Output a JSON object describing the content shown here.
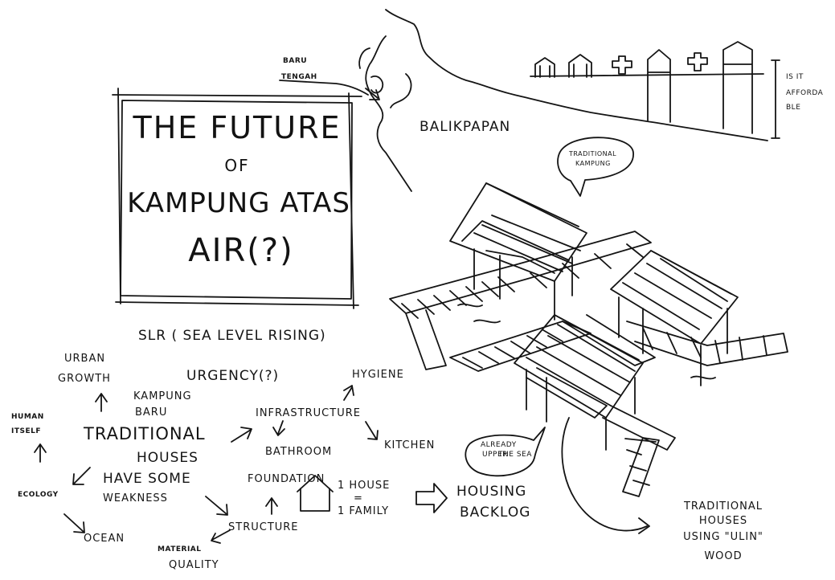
{
  "colors": {
    "ink": "#141414",
    "paper": "#ffffff"
  },
  "title": {
    "line1": "THE FUTURE",
    "line2": "OF",
    "line3": "KAMPUNG ATAS",
    "line4": "AIR(?)"
  },
  "map": {
    "place_label_top": "BARU",
    "place_label_bottom": "TENGAH",
    "city_label": "BALIKPAPAN"
  },
  "skyline_note": {
    "line1": "IS IT",
    "line2": "AFFORDA",
    "line3": "BLE"
  },
  "bubbles": {
    "top_line1": "TRADITIONAL",
    "top_line2": "KAMPUNG",
    "middle_line1": "ALREADY",
    "middle_line2": "UPPER",
    "middle_line3": "THE SEA"
  },
  "caption": {
    "line1": "TRADITIONAL",
    "line2": "HOUSES",
    "line3": "USING \"ULIN\"",
    "line4": "WOOD"
  },
  "mindmap": {
    "slr": "SLR ( SEA LEVEL RISING)",
    "urban_line1": "URBAN",
    "urban_line2": "GROWTH",
    "urgency": "URGENCY(?)",
    "hygiene": "HYGIENE",
    "kampung_line1": "KAMPUNG",
    "kampung_line2": "BARU",
    "human_line1": "HUMAN",
    "human_line2": "ITSELF",
    "traditional": "TRADITIONAL",
    "houses": "HOUSES",
    "infrastructure": "INFRASTRUCTURE",
    "bathroom": "BATHROOM",
    "kitchen": "KITCHEN",
    "have_some": "HAVE  SOME",
    "weakness": "WEAKNESS",
    "ecology": "ECOLOGY",
    "ocean": "OCEAN",
    "foundation": "FOUNDATION",
    "structure": "STRUCTURE",
    "material_line1": "MATERIAL",
    "material_line2": "QUALITY",
    "house_line1": "1  HOUSE",
    "house_line2": "=",
    "house_line3": "1  FAMILY",
    "backlog_line1": "HOUSING",
    "backlog_line2": "BACKLOG"
  }
}
